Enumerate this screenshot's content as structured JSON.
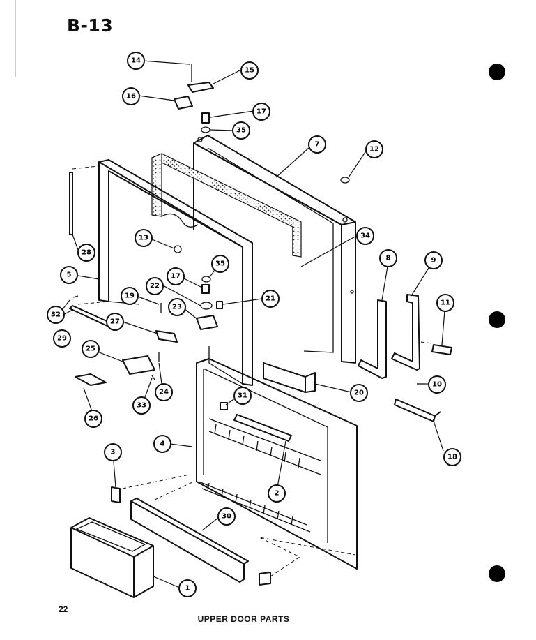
{
  "title": "B-13",
  "page_number": "22",
  "caption": "UPPER DOOR PARTS",
  "callouts": [
    "1",
    "2",
    "3",
    "4",
    "5",
    "7",
    "8",
    "9",
    "10",
    "11",
    "12",
    "13",
    "14",
    "15",
    "16",
    "17",
    "17",
    "18",
    "19",
    "20",
    "21",
    "22",
    "23",
    "24",
    "25",
    "26",
    "27",
    "28",
    "29",
    "30",
    "31",
    "32",
    "33",
    "34",
    "35",
    "35"
  ]
}
